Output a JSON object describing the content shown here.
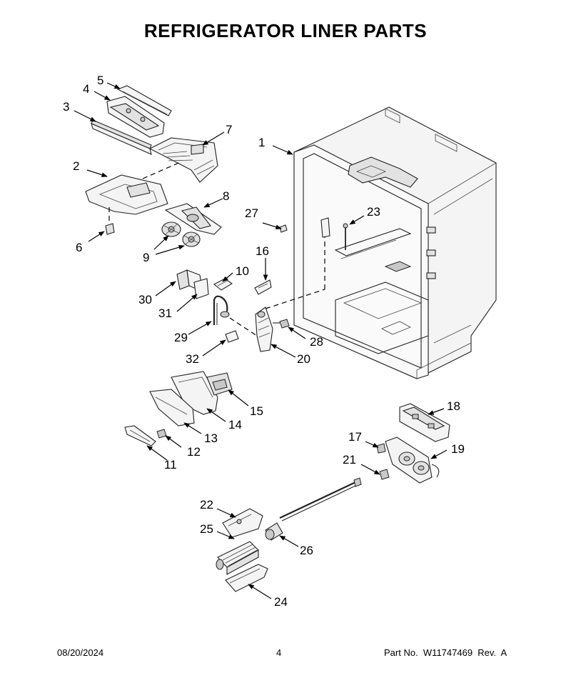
{
  "title": "REFRIGERATOR LINER PARTS",
  "footer": {
    "date": "08/20/2024",
    "page": "4",
    "part_number": "Part No.  W11747469  Rev.  A"
  },
  "callouts": [
    "1",
    "2",
    "3",
    "4",
    "5",
    "6",
    "7",
    "8",
    "9",
    "10",
    "11",
    "12",
    "13",
    "14",
    "15",
    "16",
    "17",
    "18",
    "19",
    "20",
    "21",
    "22",
    "23",
    "24",
    "25",
    "26",
    "27",
    "28",
    "29",
    "30",
    "31",
    "32"
  ]
}
